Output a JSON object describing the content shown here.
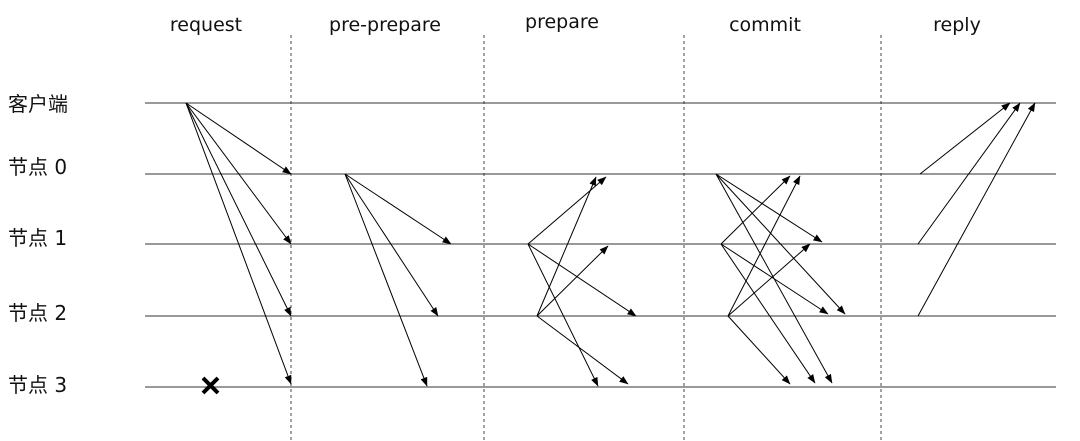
{
  "phases": [
    "request",
    "pre-prepare",
    "prepare",
    "commit",
    "reply"
  ],
  "nodes": [
    "客户端",
    "节点 0",
    "节点 1",
    "节点 2",
    "节点 3"
  ],
  "failed_node": "节点 3",
  "failed_marker": "✖"
}
